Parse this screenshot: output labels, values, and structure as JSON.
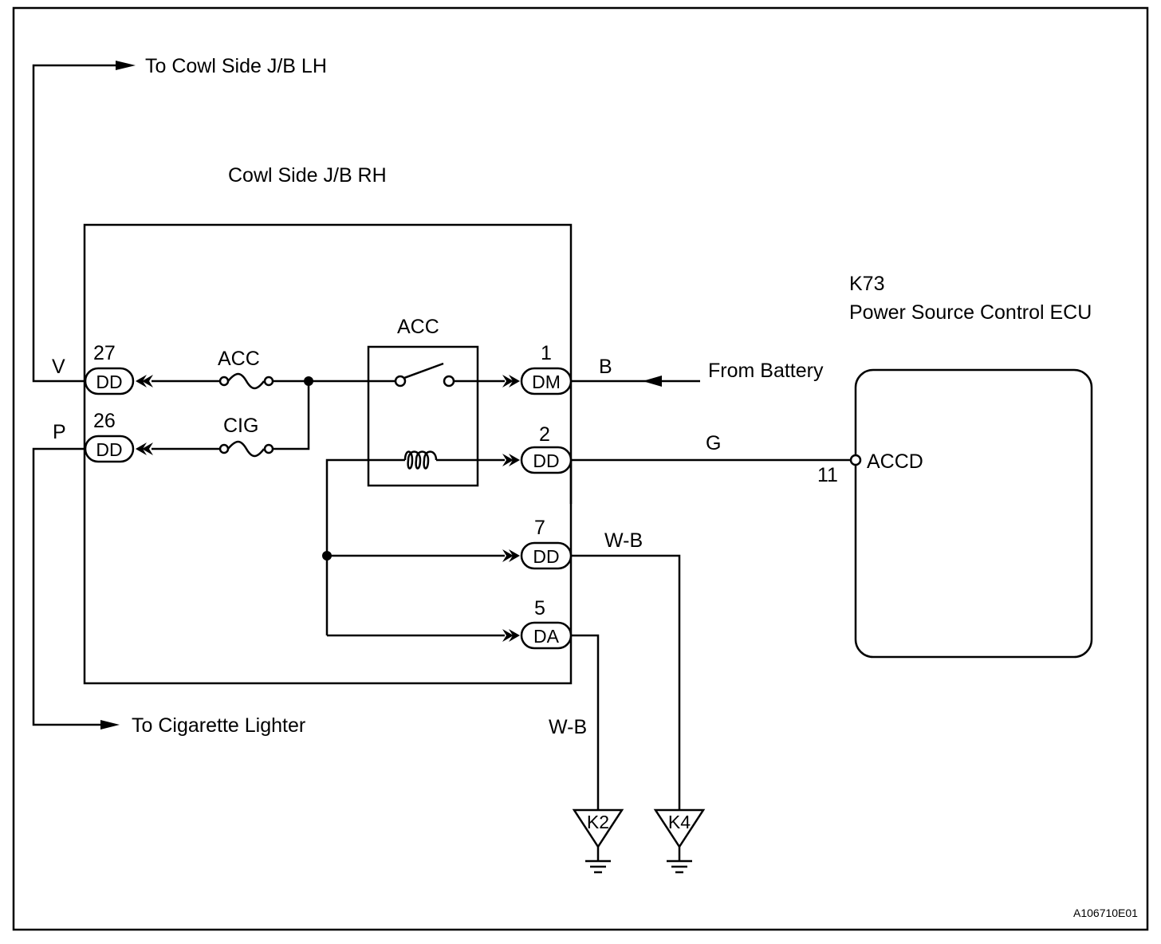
{
  "labels": {
    "to_cowl_lh": "To Cowl Side J/B LH",
    "cowl_rh": "Cowl Side J/B RH",
    "ecu_code": "K73",
    "ecu_name": "Power Source Control ECU",
    "from_battery": "From Battery",
    "to_cig": "To Cigarette Lighter",
    "relay": "ACC",
    "fuse_acc": "ACC",
    "fuse_cig": "CIG",
    "ecu_pin_name": "ACCD",
    "ecu_pin_num": "11",
    "figure_code": "A106710E01"
  },
  "wire_colors": {
    "v": "V",
    "p": "P",
    "b": "B",
    "g": "G",
    "wb1": "W-B",
    "wb2": "W-B"
  },
  "connectors": [
    {
      "pin": "27",
      "code": "DD"
    },
    {
      "pin": "26",
      "code": "DD"
    },
    {
      "pin": "1",
      "code": "DM"
    },
    {
      "pin": "2",
      "code": "DD"
    },
    {
      "pin": "7",
      "code": "DD"
    },
    {
      "pin": "5",
      "code": "DA"
    }
  ],
  "grounds": [
    "K2",
    "K4"
  ]
}
